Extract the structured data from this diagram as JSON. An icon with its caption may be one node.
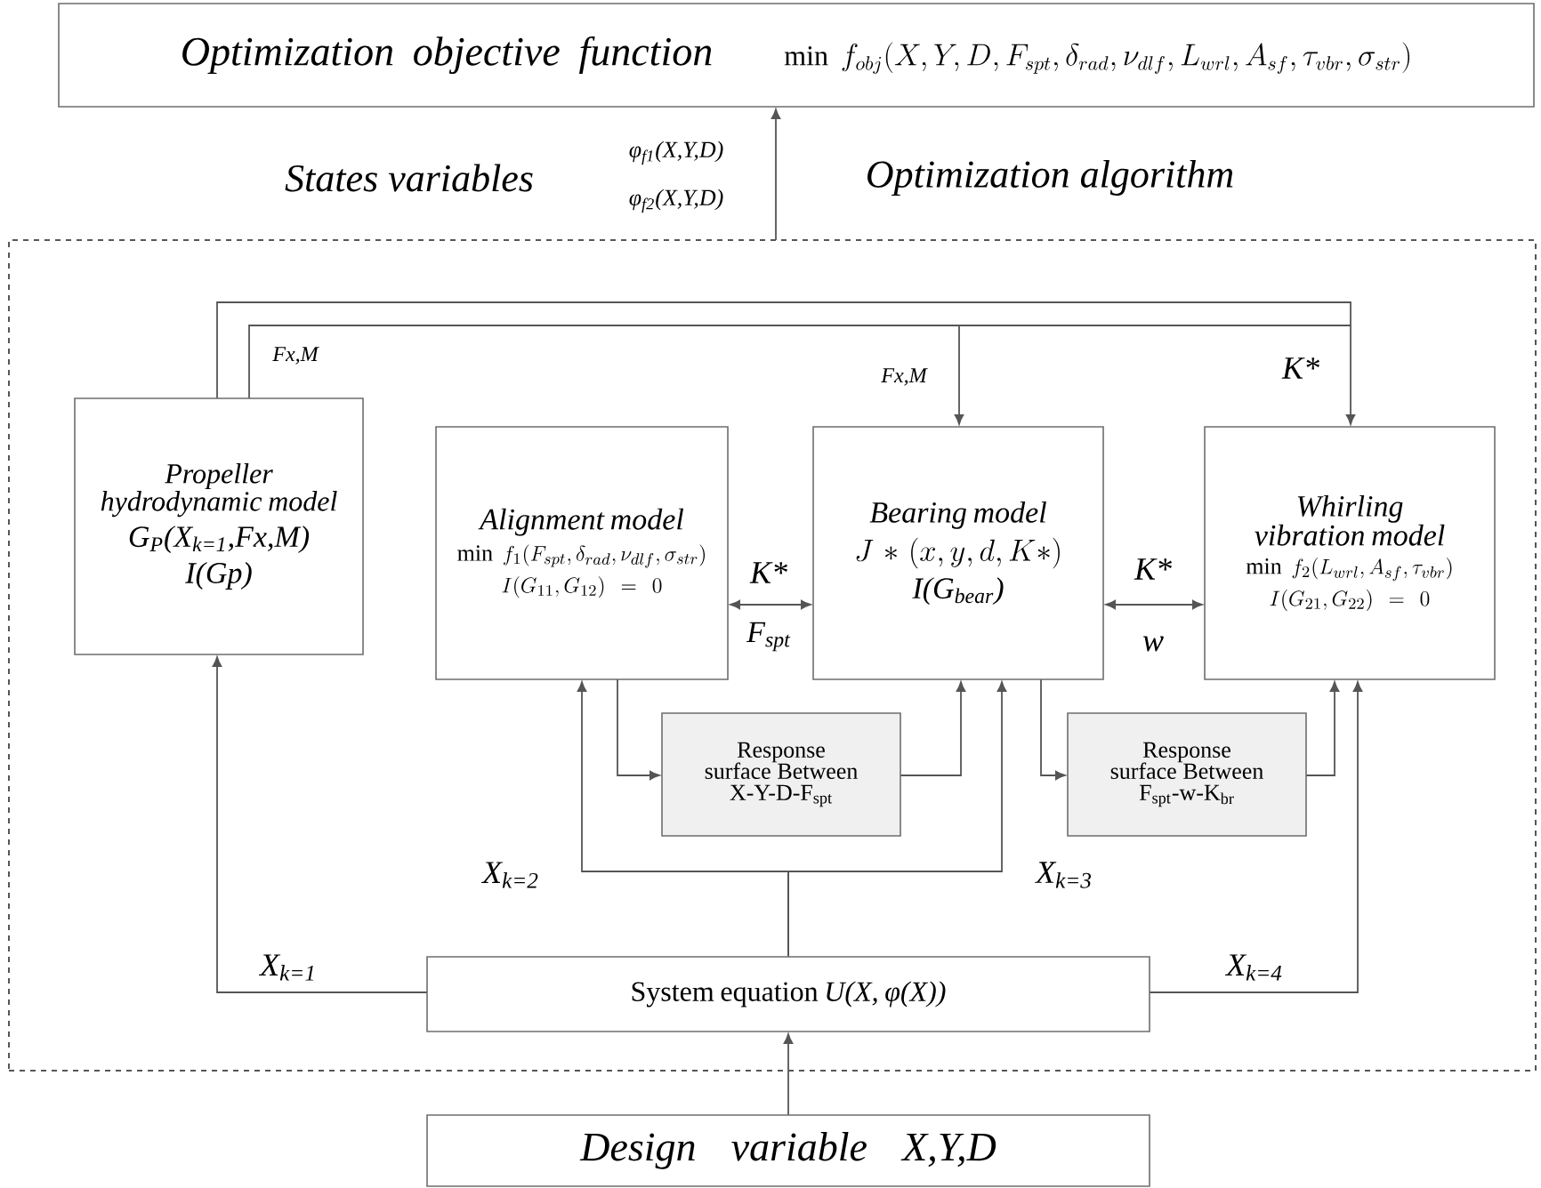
{
  "diagram": {
    "nodes": [
      {
        "text": [
          "Optimization objective function",
          "\\min\\ f_{obj}(X,Y,D,F_{spt},\\delta_{rad},\\nu_{dlf},L_{wrl},A_{sf},\\tau_{vbr},\\sigma_{str})"
        ]
      },
      {
        "text": [],
        "shape": "box"
      },
      {
        "text": [
          "Propeller hydrodynamic model",
          "G$_{P}$(X$_{k=1}$,Fx,M)",
          "I(Gp)"
        ],
        "in": 1
      },
      {
        "text": [
          "Alignment model",
          "\\min\\ f_1(F_{spt},\\delta_{rad},\\nu_{dlf},\\sigma_{str})",
          "I(G_{11},G_{12})=0"
        ],
        "in": 1
      },
      {
        "text": [
          "Bearing model",
          "J*(x,y,d,K*)",
          "I(G$_{bear}$)"
        ],
        "in": 1
      },
      {
        "text": [
          "Whirling vibration model",
          "\\min\\ f_2(L_{wrl},A_{sf},\\tau_{vbr})",
          "I(G_{21},G_{22})=0"
        ],
        "in": 1
      },
      {
        "text": [
          "Response surface Between X-Y-D-F$_{spt}$"
        ],
        "in": 1
      },
      {
        "text": [
          "Response surface Between F$_{spt}$-w-K$_{br}$"
        ],
        "in": 1
      },
      {
        "text": [
          "System equation *U(X, φ(X))*"
        ],
        "in": 1
      },
      {
        "text": [
          "Design variable X,Y,D"
        ]
      }
    ],
    "edges": [
      {
        "from": 1,
        "to": 0,
        "arrow": "to"
      },
      {
        "from": 2,
        "to": 4,
        "arrow": "to",
        "label": "Fx,M"
      },
      {
        "from": 2,
        "to": 5,
        "arrow": "to",
        "label": "K*"
      },
      {
        "from": 3,
        "to": 4,
        "arrow": "both",
        "label": "K*"
      },
      {
        "from": 4,
        "to": 5,
        "arrow": "both",
        "label": "K*"
      },
      {
        "from": 3,
        "to": 6,
        "arrow": "to"
      },
      {
        "from": 6,
        "to": 4,
        "arrow": "to"
      },
      {
        "from": 4,
        "to": 7,
        "arrow": "to"
      },
      {
        "from": 7,
        "to": 5,
        "arrow": "to"
      },
      {
        "from": 8,
        "to": 2,
        "arrow": "to",
        "label": "X$_{k=1}$"
      },
      {
        "from": 8,
        "to": 3,
        "arrow": "to",
        "label": "X$_{k=2}$"
      },
      {
        "from": 8,
        "to": 4,
        "arrow": "to",
        "label": "X$_{k=3}$"
      },
      {
        "from": 8,
        "to": 5,
        "arrow": "to",
        "label": "X$_{k=4}$"
      },
      {
        "from": 9,
        "to": 8,
        "arrow": "to"
      }
    ],
    "labels": [
      "States variables",
      "φ$_{f1}$(X,Y,D)",
      "φ$_{f2}$(X,Y,D)",
      "Optimization algorithm",
      "Fx,M",
      "F$_{spt}$",
      "w"
    ]
  }
}
